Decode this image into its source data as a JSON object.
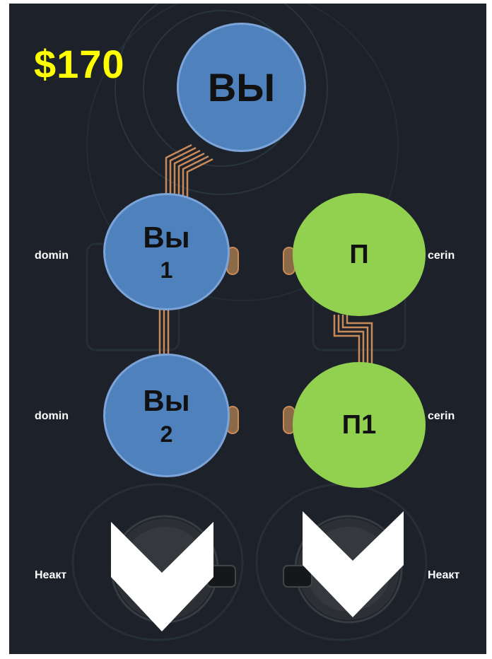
{
  "balance": "$170",
  "nodes": {
    "you": {
      "label": "ВЫ"
    },
    "you_1": {
      "line1": "Вы",
      "line2": "1"
    },
    "you_2": {
      "line1": "Вы",
      "line2": "2"
    },
    "opponent": {
      "label": "П"
    },
    "opponent_1": {
      "label": "П1"
    }
  },
  "labels": {
    "left_row1": "domin",
    "left_row2": "domin",
    "left_row3": "Неакт",
    "right_row1": "cerin",
    "right_row2": "cerin",
    "right_row3": "Неакт"
  },
  "colors": {
    "board": "#1d222a",
    "money": "#ffff00",
    "you_node": "#4f81bd",
    "opponent_node": "#92d050",
    "wire": "#c98a5a",
    "chevron": "#ffffff"
  },
  "icons": {
    "left_arrow": "chevron-down-icon",
    "right_arrow": "chevron-down-icon"
  }
}
